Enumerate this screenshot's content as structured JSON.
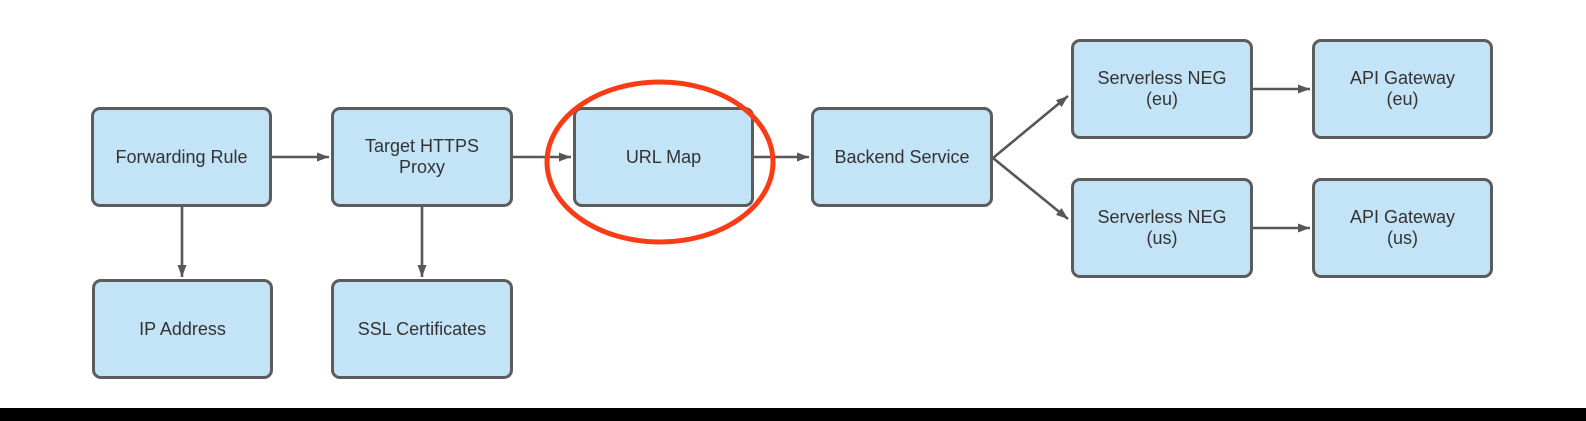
{
  "diagram": {
    "title_hint": "HTTPS load balancer flow diagram",
    "nodes": [
      {
        "id": "forwarding-rule",
        "label": "Forwarding Rule"
      },
      {
        "id": "target-https-proxy",
        "label": "Target HTTPS\nProxy"
      },
      {
        "id": "url-map",
        "label": "URL Map"
      },
      {
        "id": "backend-service",
        "label": "Backend Service"
      },
      {
        "id": "serverless-neg-eu",
        "label": "Serverless NEG\n(eu)"
      },
      {
        "id": "api-gateway-eu",
        "label": "API Gateway\n(eu)"
      },
      {
        "id": "serverless-neg-us",
        "label": "Serverless NEG\n(us)"
      },
      {
        "id": "api-gateway-us",
        "label": "API Gateway\n(us)"
      },
      {
        "id": "ip-address",
        "label": "IP Address"
      },
      {
        "id": "ssl-certificates",
        "label": "SSL Certificates"
      }
    ],
    "edges": [
      {
        "from": "forwarding-rule",
        "to": "target-https-proxy"
      },
      {
        "from": "target-https-proxy",
        "to": "url-map"
      },
      {
        "from": "url-map",
        "to": "backend-service"
      },
      {
        "from": "backend-service",
        "to": "serverless-neg-eu"
      },
      {
        "from": "backend-service",
        "to": "serverless-neg-us"
      },
      {
        "from": "serverless-neg-eu",
        "to": "api-gateway-eu"
      },
      {
        "from": "serverless-neg-us",
        "to": "api-gateway-us"
      },
      {
        "from": "forwarding-rule",
        "to": "ip-address"
      },
      {
        "from": "target-https-proxy",
        "to": "ssl-certificates"
      }
    ],
    "annotation": {
      "shape": "ellipse",
      "highlights": "url-map",
      "color": "#f93c16"
    }
  },
  "colors": {
    "canvas_bg": "#ffffff",
    "node_fill": "#c3e3f6",
    "node_border": "#5c5c5c",
    "edge_color": "#575757",
    "text_color": "#333333",
    "highlight_color": "#f93c16",
    "bar_color": "#000000"
  }
}
